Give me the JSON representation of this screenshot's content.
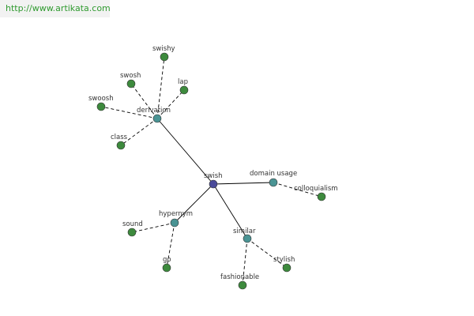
{
  "watermark": "http://www.artikata.com",
  "colors": {
    "center_node": "#4a4a99",
    "relation_node": "#4a9494",
    "leaf_node": "#3d8a3d",
    "edge": "#000000"
  },
  "graph": {
    "center": {
      "id": "swish",
      "label": "swish"
    },
    "relations": [
      {
        "id": "derivation",
        "label": "derivation"
      },
      {
        "id": "domain-usage",
        "label": "domain usage"
      },
      {
        "id": "hypernym",
        "label": "hypernym"
      },
      {
        "id": "similar",
        "label": "similar"
      }
    ],
    "leaves": [
      {
        "id": "swishy",
        "label": "swishy",
        "parent": "derivation"
      },
      {
        "id": "swosh",
        "label": "swosh",
        "parent": "derivation"
      },
      {
        "id": "lap",
        "label": "lap",
        "parent": "derivation"
      },
      {
        "id": "swoosh",
        "label": "swoosh",
        "parent": "derivation"
      },
      {
        "id": "class",
        "label": "class",
        "parent": "derivation"
      },
      {
        "id": "colloquialism",
        "label": "colloquialism",
        "parent": "domain-usage"
      },
      {
        "id": "sound",
        "label": "sound",
        "parent": "hypernym"
      },
      {
        "id": "go",
        "label": "go",
        "parent": "hypernym"
      },
      {
        "id": "stylish",
        "label": "stylish",
        "parent": "similar"
      },
      {
        "id": "fashionable",
        "label": "fashionable",
        "parent": "similar"
      }
    ]
  }
}
